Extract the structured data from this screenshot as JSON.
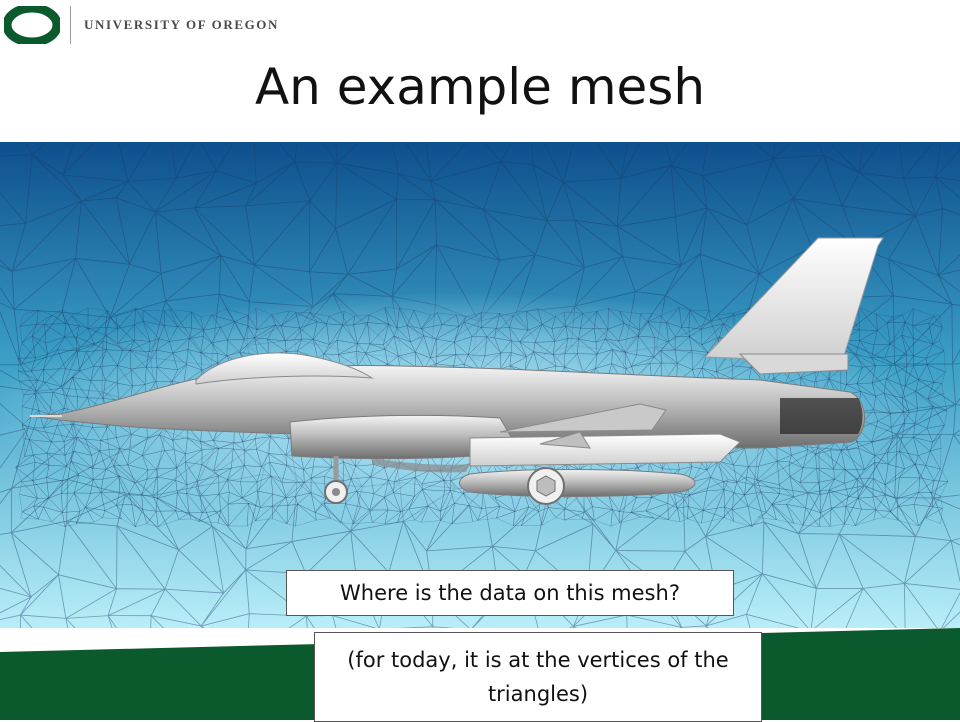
{
  "header": {
    "logo_text": "UNIVERSITY OF OREGON",
    "title": "An example mesh"
  },
  "callouts": {
    "question": "Where is the data on this mesh?",
    "answer": "(for today, it is at the vertices of the triangles)"
  },
  "colors": {
    "brand_green": "#0b5a2e",
    "mesh_top": "#0e4f8d",
    "mesh_bottom": "#b9eef8",
    "mesh_line": "#1b3a66"
  },
  "icons": {
    "logo": "oregon-o-icon",
    "aircraft": "jet-fighter-icon"
  }
}
